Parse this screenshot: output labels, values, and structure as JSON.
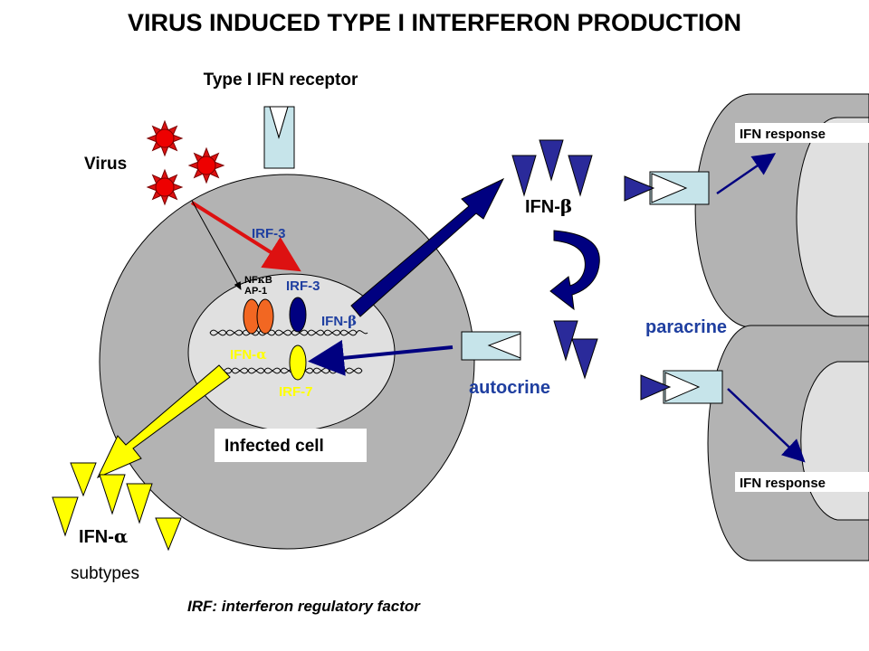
{
  "title": "VIRUS INDUCED TYPE I INTERFERON PRODUCTION",
  "receptor_label": "Type I IFN receptor",
  "virus_label": "Virus",
  "irf3_outer": "IRF-3",
  "nfkb_prefix": "NF",
  "nfkb_kappa": "κ",
  "nfkb_suffix": "B",
  "ap1_label": "AP-1",
  "irf3_inner": "IRF-3",
  "ifn_beta_gene_prefix": "IFN-",
  "ifn_beta_gene_symbol": "β",
  "ifn_alpha_gene_prefix": "IFN-",
  "ifn_alpha_gene_symbol": "α",
  "irf7_label": "IRF-7",
  "infected_cell_label": "Infected cell",
  "ifn_beta_prefix": "IFN-",
  "ifn_beta_symbol": "β",
  "autocrine_label": "autocrine",
  "paracrine_label": "paracrine",
  "ifn_response_top": "IFN response",
  "ifn_response_bottom": "IFN response",
  "ifn_alpha_prefix": "IFN-",
  "ifn_alpha_symbol": "α",
  "subtypes_label": "subtypes",
  "footnote": "IRF: interferon regulatory factor",
  "colors": {
    "cell_outer": "#b3b3b3",
    "nucleus": "#e0e0e0",
    "receptor": "#c6e4ea",
    "virus": "#dd1111",
    "ifn_beta": "#2a2a9a",
    "ifn_alpha": "#ffff00",
    "dark_blue_arrow": "#000080",
    "title_text": "#000000",
    "blue_text": "#1f3fa0",
    "yellow_text": "#ffff00"
  }
}
